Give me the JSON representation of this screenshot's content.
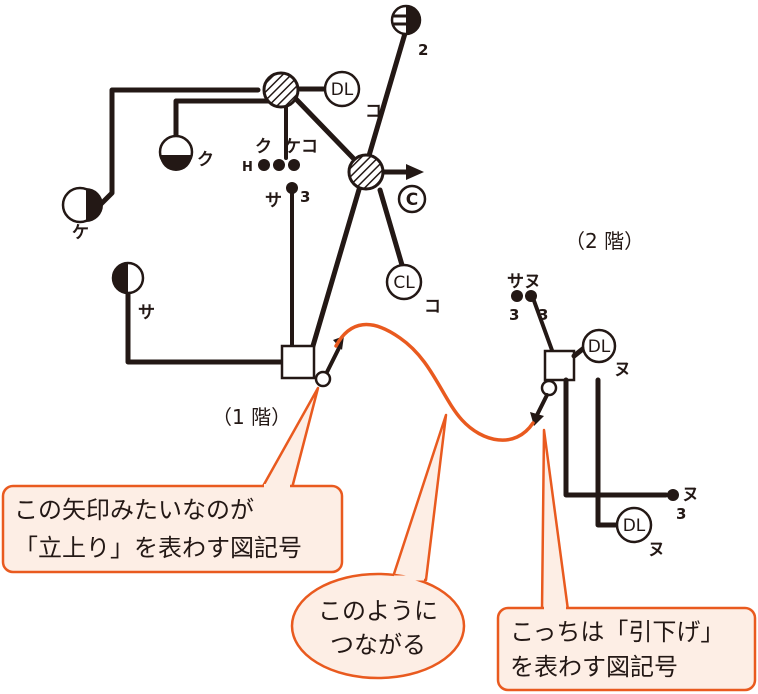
{
  "floors": {
    "first": "（1 階）",
    "second": "（2 階）"
  },
  "labels": {
    "ke_left": "ケ",
    "ku_mid": "ク",
    "sa_left": "サ",
    "dl_top": "DL",
    "ko_dl_top": "コ",
    "ku_top": "ク",
    "keko_top": "ケコ",
    "h_mark": "H",
    "sa_3": "サ",
    "num_3_first": "3",
    "c_mark": "C",
    "cl": "CL",
    "ko_cl": "コ",
    "num_2": "2",
    "sanu": "サヌ",
    "num_3_a": "3",
    "num_3_b": "3",
    "dl_second": "DL",
    "nu_second": "ヌ",
    "nu_right": "ヌ",
    "num_3_right": "3",
    "dl_bottom": "DL",
    "nu_bottom": "ヌ"
  },
  "callouts": {
    "rise": {
      "line1": "この矢印みたいなのが",
      "line2": "「立上り」を表わす図記号"
    },
    "connect": {
      "line1": "このように",
      "line2": "つながる"
    },
    "drop": {
      "line1": "こっちは「引下げ」",
      "line2": "を表わす図記号"
    }
  },
  "colors": {
    "line": "#231815",
    "accent": "#e95a1f",
    "callout_fill": "#fdeee5"
  }
}
